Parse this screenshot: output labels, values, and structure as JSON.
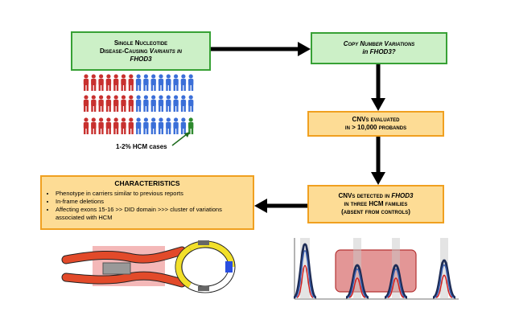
{
  "boxes": {
    "snv": {
      "line1": "Single Nucleotide",
      "line2a": "Disease-Causing ",
      "line2b": "Variants in",
      "line3": "FHOD3"
    },
    "cnv_question": {
      "line1": "Copy Number Variations",
      "line2": "in FHOD3?"
    },
    "cnv_evaluated": {
      "line1": "CNVs evaluated",
      "line2": "in > 10,000 probands"
    },
    "cnv_detected": {
      "line1a": "CNVs detected in ",
      "line1b": "FHOD3",
      "line2": "in three HCM families",
      "line3": "(absent from controls)"
    },
    "characteristics": {
      "title": "CHARACTERISTICS",
      "items": [
        "Phenotype in carriers similar to previous reports",
        "In-frame deletions",
        "Affecting exons 15-16 >> DID domain >>> cluster of variations associated with HCM"
      ]
    }
  },
  "population": {
    "label": "1-2% HCM cases",
    "red_color": "#c8312f",
    "blue_color": "#3b6fd8",
    "green_color": "#2e8a2e"
  },
  "colors": {
    "green_border": "#37a135",
    "green_fill": "#ccf0c7",
    "orange_border": "#f0a020",
    "orange_fill": "#fddc95",
    "arrow": "#000000"
  }
}
